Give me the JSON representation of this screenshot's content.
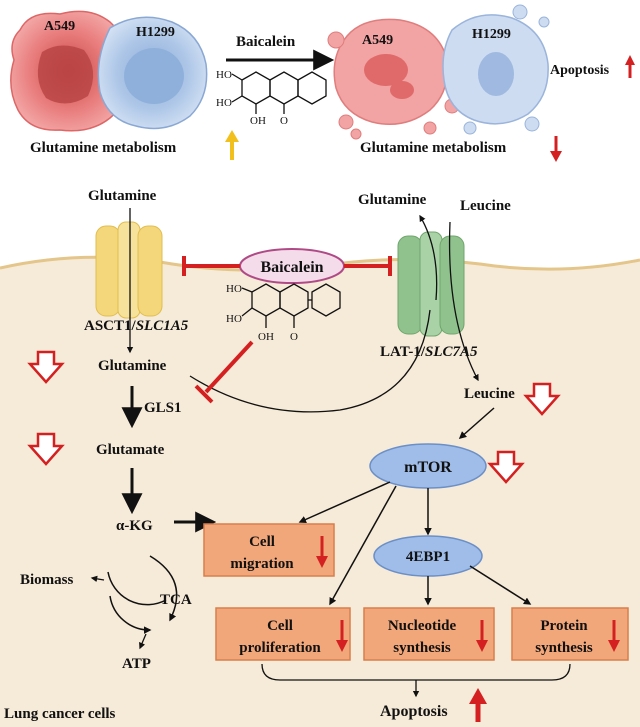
{
  "top": {
    "cell_a549": "A549",
    "cell_h1299": "H1299",
    "treatment": "Baicalein",
    "before_metabolism": "Glutamine metabolism",
    "after_metabolism": "Glutamine metabolism",
    "apoptosis": "Apoptosis",
    "oh": "HO",
    "oh2": "OH",
    "o": "O"
  },
  "membrane": {
    "left_substrate": "Glutamine",
    "right_substrate_1": "Glutamine",
    "right_substrate_2": "Leucine",
    "inhibitor": "Baicalein",
    "left_transporter_a": "ASCT1/",
    "left_transporter_b": "SLC1A5",
    "right_transporter_a": "LAT-1/",
    "right_transporter_b": "SLC7A5"
  },
  "pathway": {
    "glutamine": "Glutamine",
    "gls1": "GLS1",
    "glutamate": "Glutamate",
    "akg": "α-KG",
    "biomass": "Biomass",
    "tca": "TCA",
    "atp": "ATP",
    "leucine": "Leucine",
    "mtor": "mTOR",
    "ebp1": "4EBP1",
    "cell_migration_1": "Cell",
    "cell_migration_2": "migration",
    "cell_prolif_1": "Cell",
    "cell_prolif_2": "proliferation",
    "nucleotide_1": "Nucleotide",
    "nucleotide_2": "synthesis",
    "protein_1": "Protein",
    "protein_2": "synthesis",
    "apoptosis": "Apoptosis",
    "cell_label": "Lung cancer cells"
  },
  "colors": {
    "cytoplasm": "#f6ead8",
    "inhibit_red": "#d42020",
    "box_fill": "#f2a77a",
    "ellipse_fill": "#9fbde8",
    "transporter_yellow": "#f3d77a",
    "transporter_green": "#9cc99a",
    "cell_red": "#e87a7a",
    "cell_blue": "#a9c4e6"
  }
}
